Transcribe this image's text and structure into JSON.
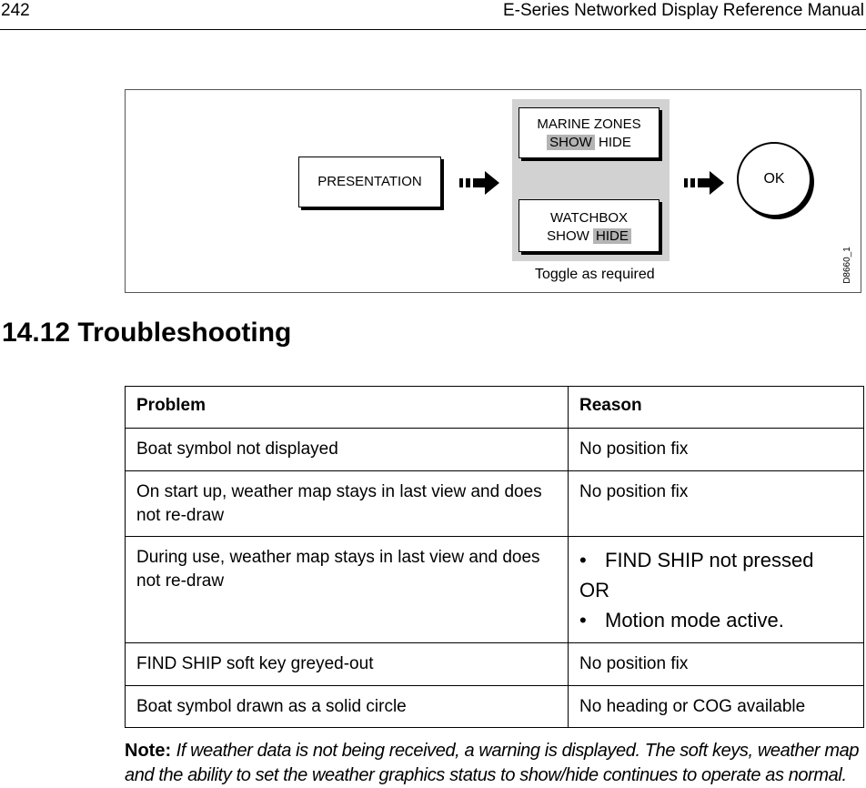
{
  "header": {
    "page_number": "242",
    "manual_title": "E-Series Networked Display Reference Manual"
  },
  "figure": {
    "presentation_key": "PRESENTATION",
    "marine_zones": {
      "title": "MARINE ZONES",
      "show": "SHOW",
      "hide": "HIDE",
      "selected": "SHOW"
    },
    "watchbox": {
      "title": "WATCHBOX",
      "show": "SHOW",
      "hide": "HIDE",
      "selected": "HIDE"
    },
    "ok_label": "OK",
    "caption": "Toggle as required",
    "figure_id": "D8660_1",
    "icons": [
      "arrow-right-icon",
      "arrow-right-icon"
    ]
  },
  "section": {
    "heading": "14.12 Troubleshooting"
  },
  "table": {
    "headers": [
      "Problem",
      "Reason"
    ],
    "rows": [
      {
        "problem": "Boat symbol not displayed",
        "reason": "No position fix"
      },
      {
        "problem": "On start up, weather map stays in last view and does not re-draw",
        "reason": "No position fix"
      },
      {
        "problem": "During use, weather map stays in last view and does not re-draw",
        "reason_bullet_1": "FIND SHIP not pressed",
        "reason_or": "OR",
        "reason_bullet_2": "Motion mode active."
      },
      {
        "problem": "FIND SHIP soft key greyed-out",
        "reason": "No position fix"
      },
      {
        "problem": "Boat symbol drawn as a solid circle",
        "reason": "No heading or COG available"
      }
    ]
  },
  "note": {
    "label": "Note:",
    "text": "If weather data is not being received, a warning is displayed. The soft keys, weather map and the ability to set the weather graphics status to show/hide continues to operate as normal."
  }
}
